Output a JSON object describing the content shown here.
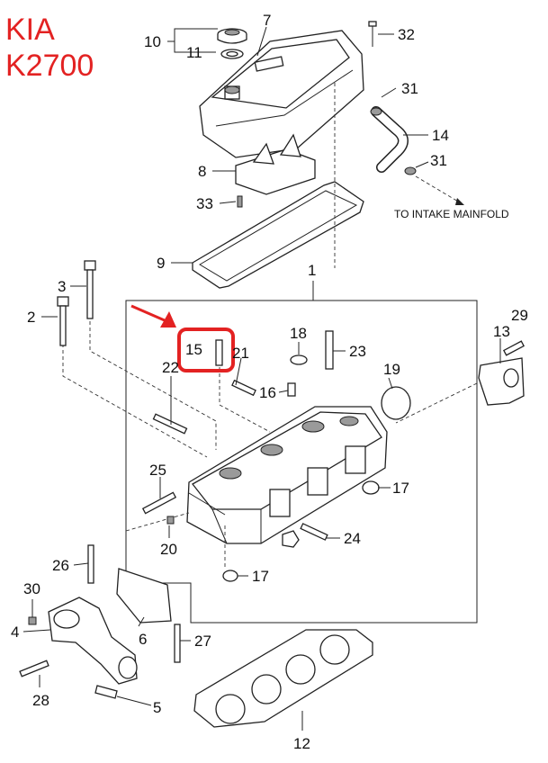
{
  "brand": {
    "line1": "KIA",
    "line2": "K2700",
    "color": "#e32222"
  },
  "note": "TO INTAKE MAINFOLD",
  "highlight": {
    "part": "15",
    "color": "#e32222"
  },
  "parts": {
    "p1": "1",
    "p2": "2",
    "p3": "3",
    "p4": "4",
    "p5": "5",
    "p6": "6",
    "p7": "7",
    "p8": "8",
    "p9": "9",
    "p10": "10",
    "p11": "11",
    "p12": "12",
    "p13": "13",
    "p14": "14",
    "p15": "15",
    "p16": "16",
    "p17": "17",
    "p17b": "17",
    "p18": "18",
    "p19": "19",
    "p20": "20",
    "p21": "21",
    "p22": "22",
    "p23": "23",
    "p24": "24",
    "p25": "25",
    "p26": "26",
    "p27": "27",
    "p28": "28",
    "p29": "29",
    "p30": "30",
    "p31": "31",
    "p31b": "31",
    "p32": "32",
    "p33": "33"
  }
}
